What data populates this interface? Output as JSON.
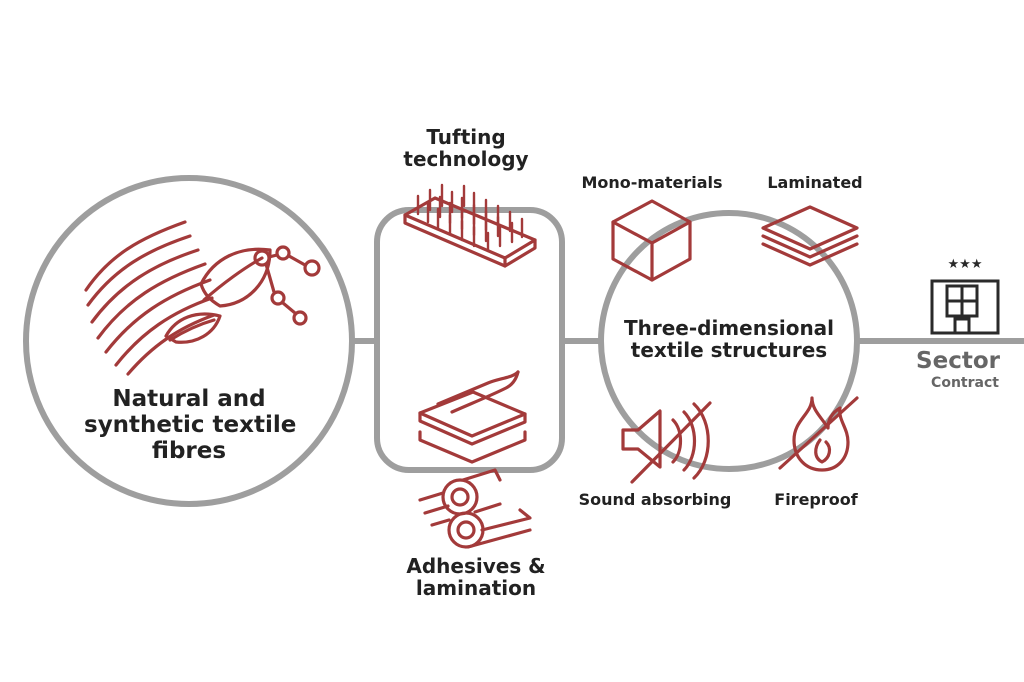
{
  "nodes": {
    "fibres": {
      "label_line1": "Natural and",
      "label_line2": "synthetic textile",
      "label_line3": "fibres"
    },
    "tufting": {
      "label_line1": "Tufting",
      "label_line2": "technology"
    },
    "adhesives": {
      "label_line1": "Adhesives &",
      "label_line2": "lamination"
    },
    "structures": {
      "label_line1": "Three-dimensional",
      "label_line2": "textile structures"
    },
    "mono": {
      "label": "Mono-materials"
    },
    "laminated": {
      "label": "Laminated"
    },
    "sound": {
      "label": "Sound absorbing"
    },
    "fireproof": {
      "label": "Fireproof"
    },
    "sector": {
      "label": "Sector",
      "sublabel": "Contract",
      "rating": "★★★"
    }
  },
  "colors": {
    "accent": "#a33a3a",
    "outline": "#9e9e9e",
    "text": "#222222",
    "sector_text": "#666666"
  },
  "icons": [
    "fibres-leaf-molecule-icon",
    "tufting-needles-icon",
    "adhesive-sheet-icon",
    "lamination-rollers-icon",
    "cube-icon",
    "laminated-layers-icon",
    "muted-speaker-icon",
    "no-fire-icon",
    "hotel-building-icon"
  ]
}
